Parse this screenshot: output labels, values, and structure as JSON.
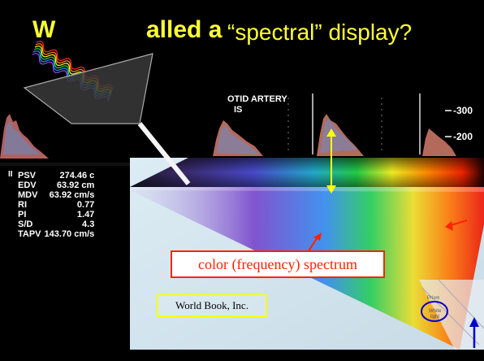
{
  "slide": {
    "title_part1": "W",
    "title_part2": "alled a",
    "title_part3": "“spectral” display?"
  },
  "doppler": {
    "heading_line1": "OTID  ARTERY",
    "heading_line2": "IS",
    "scale_300": "-300",
    "scale_200": "-200",
    "side_marker": "II",
    "readout": [
      {
        "label": "PSV",
        "value": "274.46 c"
      },
      {
        "label": "EDV",
        "value": "63.92 cm"
      },
      {
        "label": "MDV",
        "value": "63.92 cm/s"
      },
      {
        "label": "RI",
        "value": "0.77"
      },
      {
        "label": "PI",
        "value": "1.47"
      },
      {
        "label": "S/D",
        "value": "4.3"
      },
      {
        "label": "TAPV",
        "value": "143.70 cm/s"
      }
    ]
  },
  "photo": {
    "spectrum_label": "color (frequency) spectrum",
    "credit": "World Book, Inc.",
    "prism_label": "Prism",
    "white_light_label_line1": "White",
    "white_light_label_line2": "light"
  },
  "colors": {
    "title": "#ffff33",
    "annotation_red": "#ff2200",
    "annotation_yellow": "#ffff00",
    "annotation_blue": "#0000cc"
  }
}
